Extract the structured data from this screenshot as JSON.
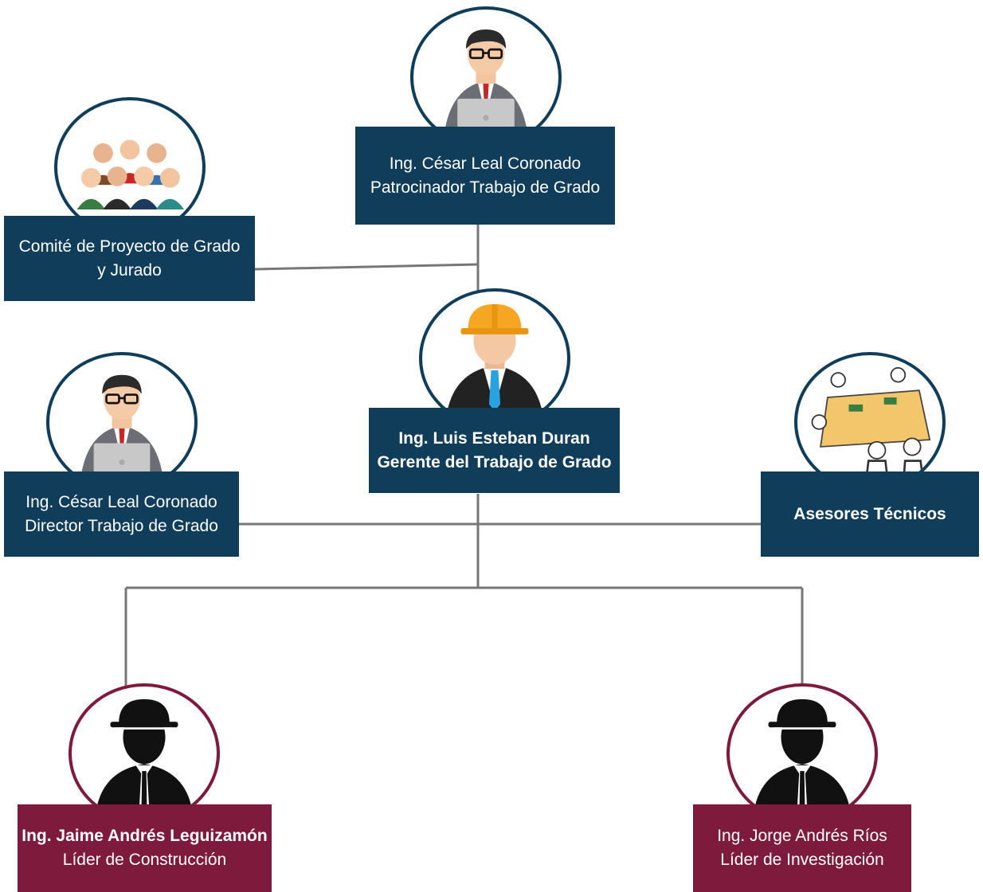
{
  "org_chart": {
    "sponsor": {
      "name": "Ing. César Leal Coronado",
      "role": "Patrocinador Trabajo de Grado",
      "icon": "person-laptop-icon"
    },
    "committee": {
      "line1": "Comité de Proyecto de Grado",
      "line2": "y Jurado",
      "icon": "group-people-icon"
    },
    "manager": {
      "name": "Ing. Luis Esteban Duran",
      "role": "Gerente del Trabajo de Grado",
      "icon": "engineer-hardhat-icon"
    },
    "director": {
      "name": "Ing. César Leal Coronado",
      "role": "Director Trabajo de Grado",
      "icon": "person-laptop-icon"
    },
    "advisors": {
      "label": "Asesores Técnicos",
      "icon": "meeting-table-icon"
    },
    "construction_lead": {
      "name": "Ing. Jaime Andrés Leguizamón",
      "role": "Líder de Construcción",
      "icon": "silhouette-helmet-icon"
    },
    "research_lead": {
      "name": "Ing. Jorge Andrés Ríos",
      "role": "Líder de Investigación",
      "icon": "silhouette-helmet-icon"
    }
  },
  "colors": {
    "blue": "#0f3d5a",
    "maroon": "#7e1a3c",
    "connector": "#777777"
  }
}
